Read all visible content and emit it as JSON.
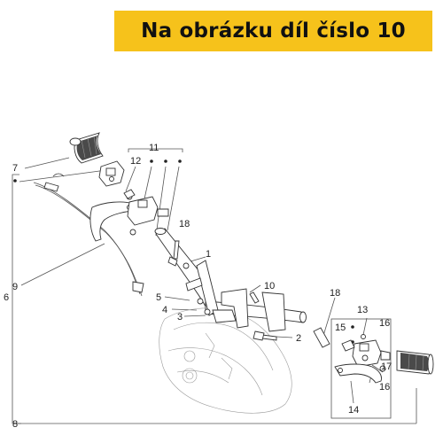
{
  "banner": {
    "text": "Na obrázku díl číslo 10",
    "background": "#f6c21b"
  },
  "callouts": {
    "c1": "1",
    "c2": "2",
    "c3": "3",
    "c4": "4",
    "c5": "5",
    "c6": "6",
    "c7": "7",
    "c8": "8",
    "c9": "9",
    "c10": "10",
    "c11": "11",
    "c12": "12",
    "c13": "13",
    "c14": "14",
    "c15": "15",
    "c16a": "16",
    "c16b": "16",
    "c17": "17",
    "c18a": "18",
    "c18b": "18"
  }
}
